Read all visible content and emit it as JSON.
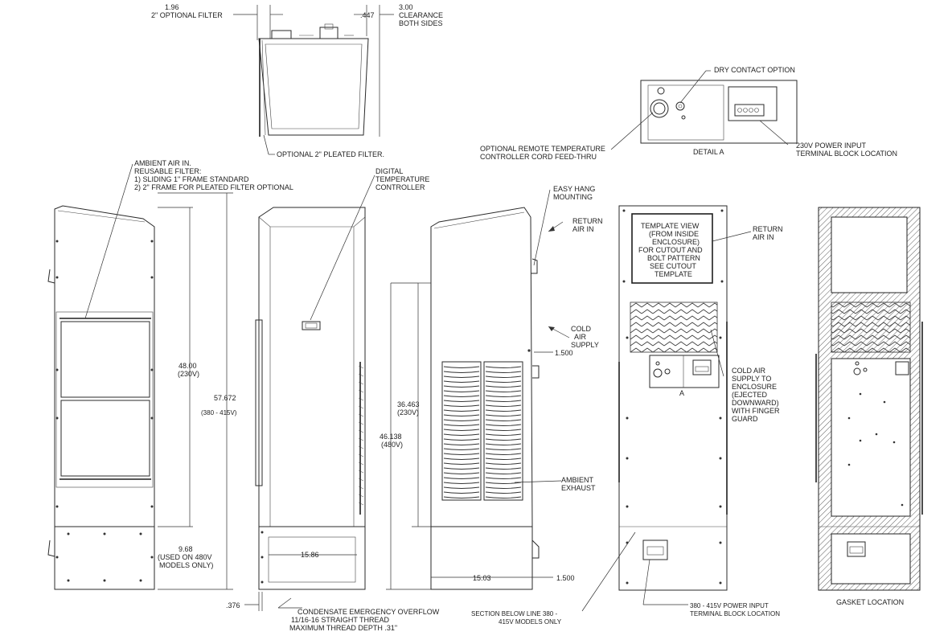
{
  "top_view": {
    "filter_dim": "1.96",
    "filter_label": "2\" OPTIONAL FILTER",
    "side_dim": ".447",
    "clearance_dim": "3.00",
    "clearance_label_1": "CLEARANCE",
    "clearance_label_2": "BOTH SIDES",
    "pleated_filter": "OPTIONAL 2\" PLEATED FILTER."
  },
  "detail_a": {
    "dry_contact": "DRY CONTACT OPTION",
    "title": "DETAIL A",
    "power_input_1": "230V POWER INPUT",
    "power_input_2": "TERMINAL BLOCK LOCATION",
    "remote_temp_1": "OPTIONAL REMOTE TEMPERATURE",
    "remote_temp_2": "CONTROLLER CORD FEED-THRU"
  },
  "front_view": {
    "ambient_1": "AMBIENT AIR IN.",
    "ambient_2": "REUSABLE FILTER:",
    "ambient_3": "1) SLIDING 1\" FRAME STANDARD",
    "ambient_4": "2) 2\" FRAME FOR PLEATED FILTER OPTIONAL",
    "dim_48": "48.00",
    "dim_48_sub": "(230V)",
    "dim_57": "57.672",
    "dim_57_sub": "(380 - 415V)",
    "dim_968": "9.68",
    "dim_968_sub1": "(USED ON 480V",
    "dim_968_sub2": "MODELS ONLY)"
  },
  "side_view": {
    "digital_1": "DIGITAL",
    "digital_2": "TEMPERATURE",
    "digital_3": "CONTROLLER",
    "dim_1586": "15.86",
    "dim_376": ".376",
    "condensate_1": "CONDENSATE EMERGENCY OVERFLOW",
    "condensate_2": "11/16-16 STRAIGHT THREAD",
    "condensate_3": "MAXIMUM THREAD DEPTH .31\""
  },
  "rear_view": {
    "hang_1": "EASY HANG",
    "hang_2": "MOUNTING",
    "return_1": "RETURN",
    "return_2": "AIR IN",
    "cold_1": "COLD",
    "cold_2": "AIR",
    "cold_3": "SUPPLY",
    "dim_1500a": "1.500",
    "dim_36": "36.463",
    "dim_36_sub": "(230V)",
    "dim_46": "46.138",
    "dim_46_sub": "(480V)",
    "ambient_ex_1": "AMBIENT",
    "ambient_ex_2": "EXHAUST",
    "dim_1503": "15.03",
    "dim_1500b": "1.500"
  },
  "template_view": {
    "t1": "TEMPLATE VIEW",
    "t2": "(FROM INSIDE",
    "t3": "ENCLOSURE)",
    "t4": "FOR CUTOUT AND",
    "t5": "BOLT PATTERN",
    "t6": "SEE CUTOUT",
    "t7": "TEMPLATE",
    "return_1": "RETURN",
    "return_2": "AIR IN",
    "marker_a": "A",
    "cold_1": "COLD AIR",
    "cold_2": "SUPPLY TO",
    "cold_3": "ENCLOSURE",
    "cold_4": "(EJECTED",
    "cold_5": "DOWNWARD)",
    "cold_6": "WITH FINGER",
    "cold_7": "GUARD",
    "section_1": "SECTION BELOW LINE 380 -",
    "section_2": "415V MODELS ONLY",
    "power_1": "380 - 415V POWER INPUT",
    "power_2": "TERMINAL BLOCK LOCATION"
  },
  "gasket_view": {
    "label": "GASKET LOCATION"
  }
}
